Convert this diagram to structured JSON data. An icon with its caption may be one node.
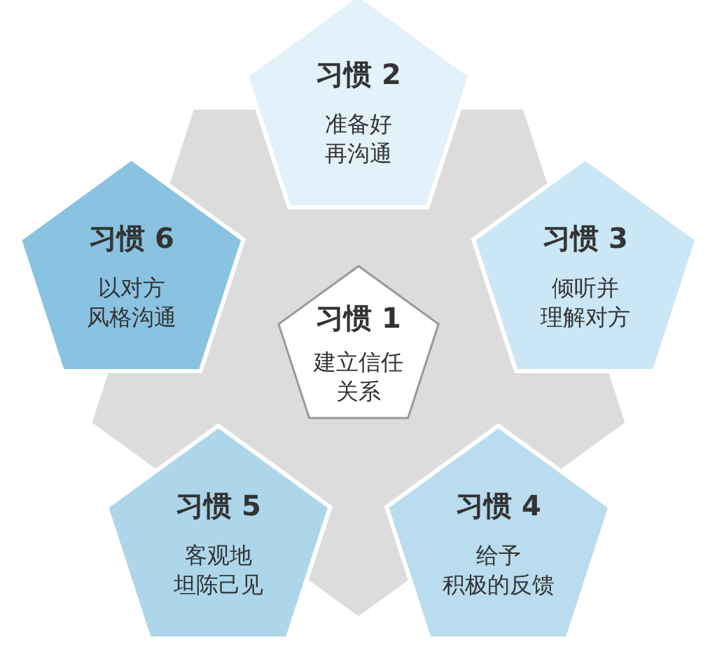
{
  "diagram": {
    "nodes": [
      {
        "text": [
          "习惯 1",
          "建立信任关系"
        ]
      },
      {
        "text": [
          "习惯 2",
          "准备好再沟通"
        ]
      },
      {
        "text": [
          "习惯 3",
          "倾听并理解对方"
        ]
      },
      {
        "text": [
          "习惯 4",
          "给予积极的反馈"
        ]
      },
      {
        "text": [
          "习惯 5",
          "客观地坦陈己见"
        ]
      },
      {
        "text": [
          "习惯 6",
          "以对方风格沟通"
        ]
      }
    ],
    "edges": []
  }
}
